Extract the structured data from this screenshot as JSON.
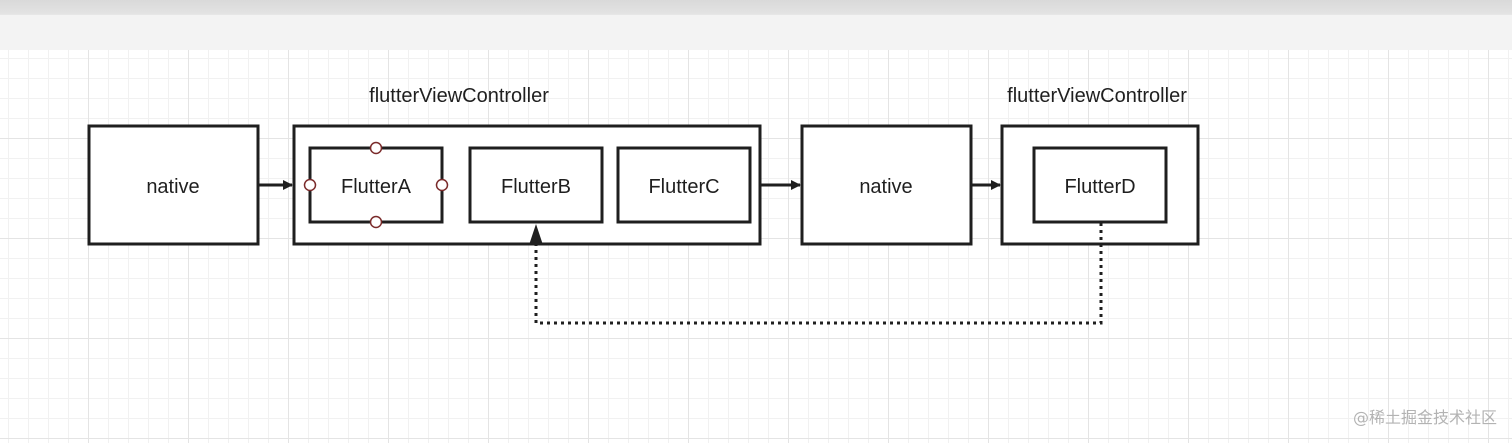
{
  "groups": {
    "controller_1": "flutterViewController",
    "controller_2": "flutterViewController"
  },
  "boxes": {
    "native_1": "native",
    "flutter_a": "FlutterA",
    "flutter_b": "FlutterB",
    "flutter_c": "FlutterC",
    "native_2": "native",
    "flutter_d": "FlutterD"
  },
  "watermark": "@稀土掘金技术社区",
  "colors": {
    "stroke": "#1f1f1f",
    "selection_handle": "#7a2a2a",
    "grid_major": "#e4e4e4",
    "grid_minor": "#f1f1f1"
  }
}
